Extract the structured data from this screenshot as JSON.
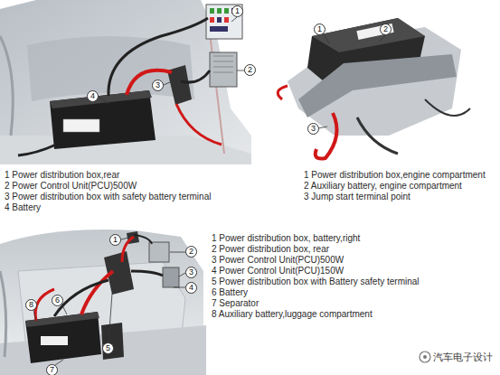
{
  "diagram": {
    "nodes": [
      {
        "text": [
          "1"
        ]
      },
      {
        "text": [
          "2"
        ]
      },
      {
        "text": [
          "3"
        ]
      },
      {
        "text": [
          "4"
        ]
      },
      {
        "text": [
          "1"
        ]
      },
      {
        "text": [
          "2"
        ]
      },
      {
        "text": [
          "3"
        ]
      },
      {
        "text": [
          "1"
        ]
      },
      {
        "text": [
          "2"
        ]
      },
      {
        "text": [
          "3"
        ]
      },
      {
        "text": [
          "4"
        ]
      },
      {
        "text": [
          "5"
        ]
      },
      {
        "text": [
          "6"
        ]
      },
      {
        "text": [
          "7"
        ]
      },
      {
        "text": [
          "8"
        ]
      }
    ],
    "labels": [
      "1 Power distribution box,rear",
      "2 Power Control Unit(PCU)500W",
      "3 Power distribution box with safety battery terminal",
      "4 Battery",
      "1 Power distribution box,engine compartment",
      "2 Auxiliary battery, engine compartment",
      "3 Jump start terminal point",
      "1 Power distribution box, battery,right",
      "2 Power distribution box, rear",
      "3 Power Control Unit(PCU)500W",
      "4 Power Control Unit(PCU)150W",
      "5 Power distribution box with Battery safety terminal",
      "6 Battery",
      "7 Separator",
      "8 Auxiliary battery,luggage compartment",
      "汽车电子设计"
    ]
  }
}
